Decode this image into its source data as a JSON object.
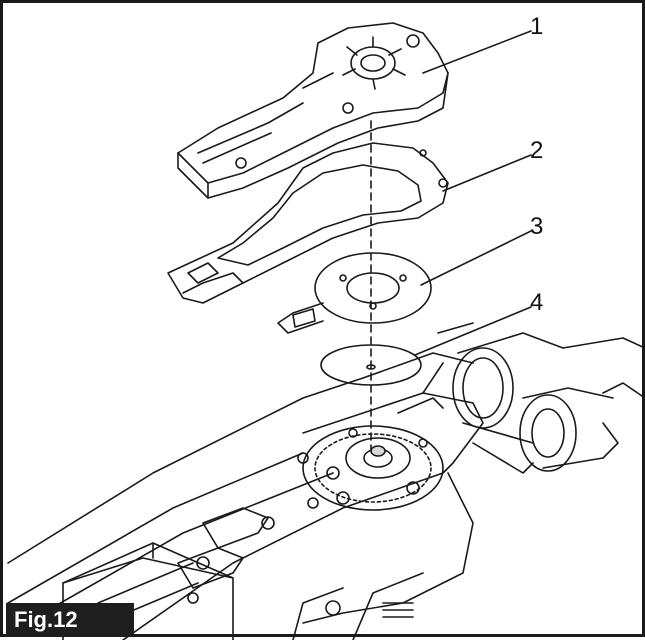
{
  "figure": {
    "label": "Fig.12",
    "callouts": [
      "1",
      "2",
      "3",
      "4"
    ]
  },
  "parts": [
    {
      "number": "1",
      "name": "cover",
      "icon": "cover-icon"
    },
    {
      "number": "2",
      "name": "gasket",
      "icon": "gasket-icon"
    },
    {
      "number": "3",
      "name": "plate",
      "icon": "plate-icon"
    },
    {
      "number": "4",
      "name": "washer",
      "icon": "washer-icon"
    }
  ],
  "colors": {
    "line": "#1a1a1a",
    "fill": "#ffffff",
    "shade": "#d9d9d9",
    "label_bg": "#1e1e1e",
    "label_text": "#ffffff"
  }
}
